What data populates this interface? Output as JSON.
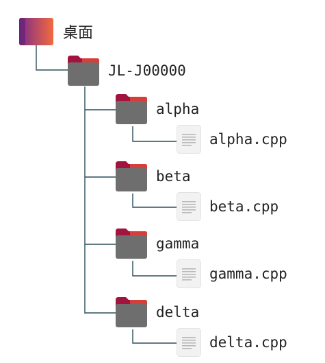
{
  "colors": {
    "connector": "#2c4f5c",
    "folder_tab": "#a3133f",
    "folder_tab_accent": "#e0463a",
    "folder_body": "#6e6e6e",
    "file_bg": "#f2f2f2",
    "file_lines": "#b8b8b8",
    "desktop_gradient_left": "#7d2a8c",
    "desktop_gradient_right": "#f26a3d"
  },
  "tree": {
    "root": {
      "label": "桌面",
      "icon": "desktop-icon"
    },
    "project": {
      "label": "JL-J00000",
      "icon": "folder-icon"
    },
    "folders": [
      {
        "label": "alpha",
        "icon": "folder-icon",
        "file": {
          "label": "alpha.cpp",
          "icon": "file-icon"
        }
      },
      {
        "label": "beta",
        "icon": "folder-icon",
        "file": {
          "label": "beta.cpp",
          "icon": "file-icon"
        }
      },
      {
        "label": "gamma",
        "icon": "folder-icon",
        "file": {
          "label": "gamma.cpp",
          "icon": "file-icon"
        }
      },
      {
        "label": "delta",
        "icon": "folder-icon",
        "file": {
          "label": "delta.cpp",
          "icon": "file-icon"
        }
      }
    ]
  }
}
